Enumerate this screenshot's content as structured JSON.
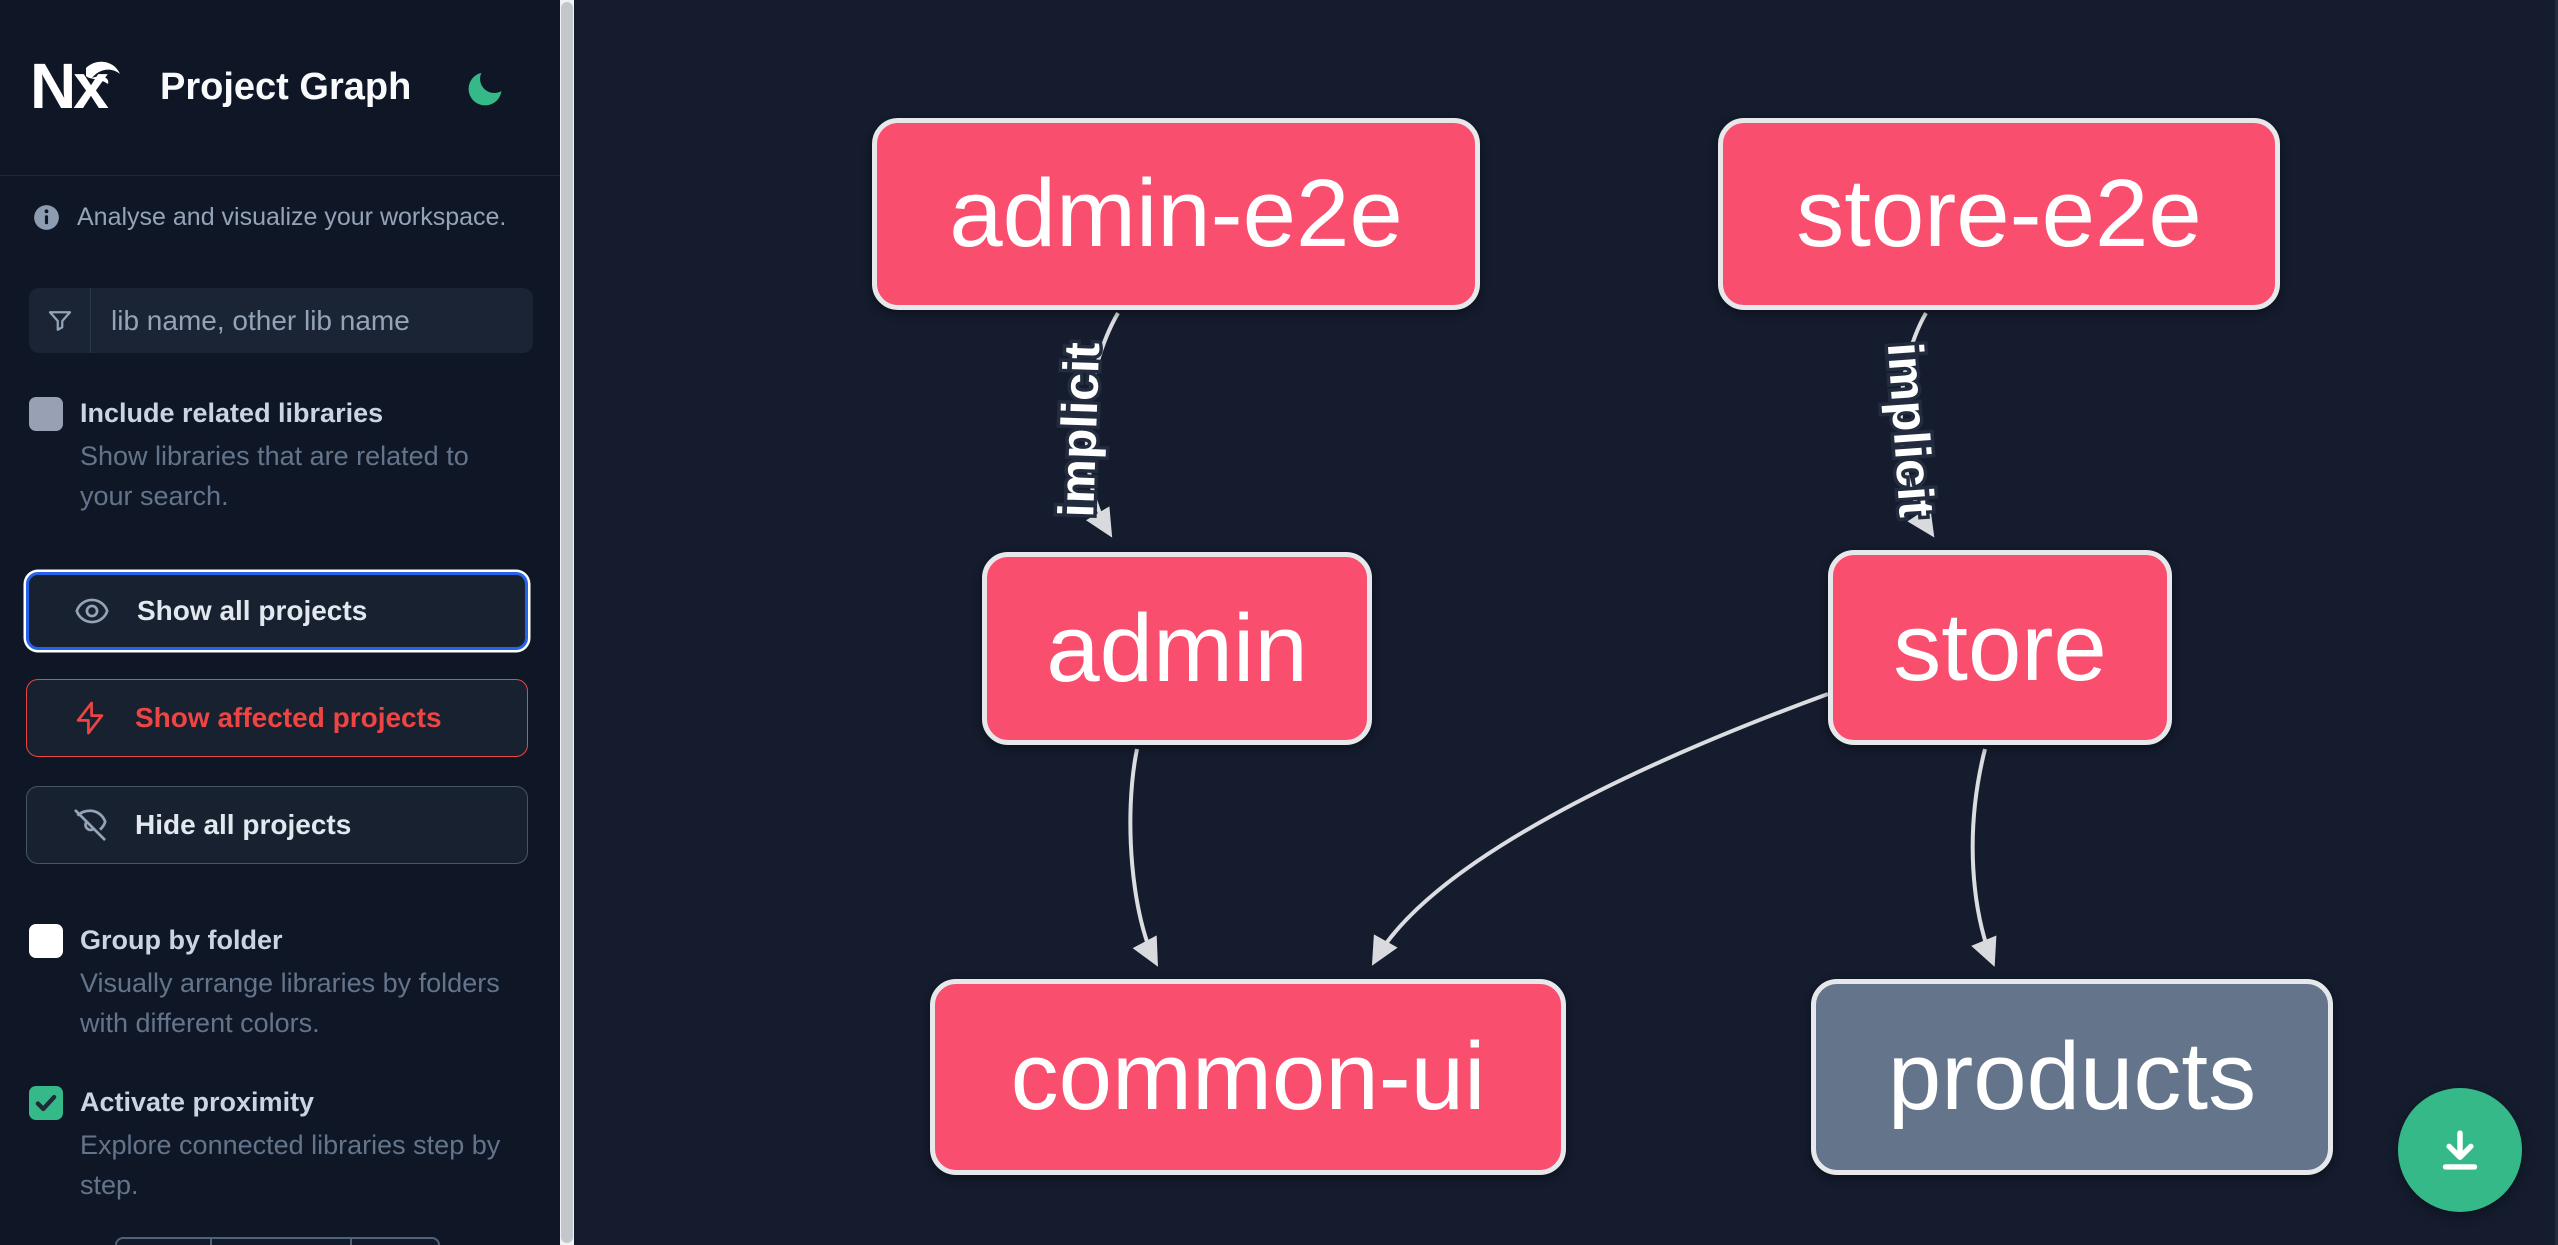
{
  "app": {
    "logo_text": "Nx",
    "title": "Project Graph"
  },
  "theme": {
    "sidebar_bg": "#0f1727",
    "canvas_bg": "#141c2e",
    "accent_green": "#35b989",
    "node_pink": "#f94e6d",
    "node_gray": "#64748b",
    "focus_blue": "#2563eb",
    "affected_red": "#ef4444",
    "edge_gray": "#dcdde0"
  },
  "sidebar": {
    "tagline": "Analyse and visualize your workspace.",
    "search_placeholder": "lib name, other lib name",
    "options": [
      {
        "label": "Include related libraries",
        "description": "Show libraries that are related to your search.",
        "checked": false,
        "disabled": true
      },
      {
        "label": "Group by folder",
        "description": "Visually arrange libraries by folders with different colors.",
        "checked": false,
        "disabled": false
      },
      {
        "label": "Activate proximity",
        "description": "Explore connected libraries step by step.",
        "checked": true,
        "disabled": false
      }
    ],
    "actions": [
      {
        "label": "Show all projects",
        "icon": "eye-icon",
        "state": "focused"
      },
      {
        "label": "Show affected projects",
        "icon": "bolt-icon",
        "state": "affected"
      },
      {
        "label": "Hide all projects",
        "icon": "eye-off-icon",
        "state": "default"
      }
    ]
  },
  "graph": {
    "nodes": [
      {
        "id": "admin-e2e",
        "label": "admin-e2e",
        "variant": "highlighted"
      },
      {
        "id": "store-e2e",
        "label": "store-e2e",
        "variant": "highlighted"
      },
      {
        "id": "admin",
        "label": "admin",
        "variant": "highlighted"
      },
      {
        "id": "store",
        "label": "store",
        "variant": "highlighted"
      },
      {
        "id": "common-ui",
        "label": "common-ui",
        "variant": "highlighted"
      },
      {
        "id": "products",
        "label": "products",
        "variant": "muted"
      }
    ],
    "edges": [
      {
        "source": "admin-e2e",
        "target": "admin",
        "label": "implicit"
      },
      {
        "source": "store-e2e",
        "target": "store",
        "label": "implicit"
      },
      {
        "source": "admin",
        "target": "common-ui",
        "label": ""
      },
      {
        "source": "store",
        "target": "common-ui",
        "label": ""
      },
      {
        "source": "store",
        "target": "products",
        "label": ""
      }
    ]
  },
  "fab": {
    "icon": "download-icon"
  }
}
